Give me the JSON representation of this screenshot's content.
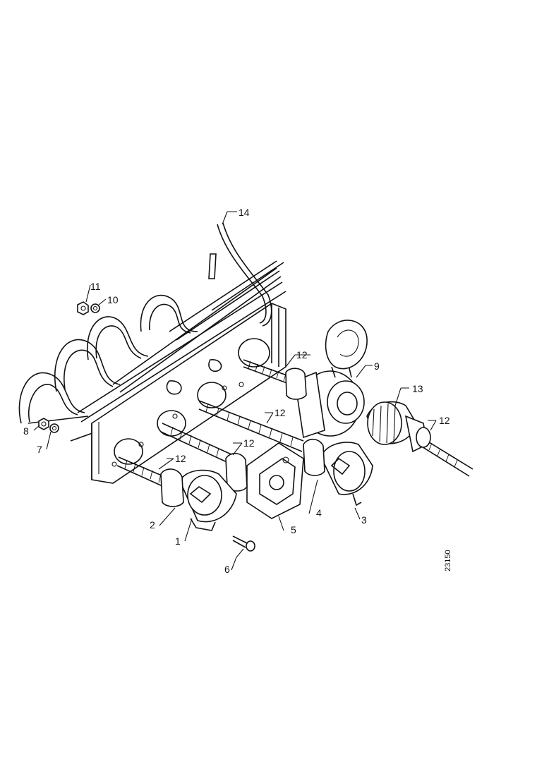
{
  "diagram": {
    "drawing_id": "23150",
    "callouts": [
      {
        "key": "c1",
        "label": "1"
      },
      {
        "key": "c2",
        "label": "2"
      },
      {
        "key": "c3",
        "label": "3"
      },
      {
        "key": "c4",
        "label": "4"
      },
      {
        "key": "c5",
        "label": "5"
      },
      {
        "key": "c6",
        "label": "6"
      },
      {
        "key": "c7",
        "label": "7"
      },
      {
        "key": "c8",
        "label": "8"
      },
      {
        "key": "c9",
        "label": "9"
      },
      {
        "key": "c10",
        "label": "10"
      },
      {
        "key": "c11",
        "label": "11"
      },
      {
        "key": "c12a",
        "label": "12"
      },
      {
        "key": "c12b",
        "label": "12"
      },
      {
        "key": "c12c",
        "label": "12"
      },
      {
        "key": "c12d",
        "label": "12"
      },
      {
        "key": "c12e",
        "label": "12"
      },
      {
        "key": "c13",
        "label": "13"
      },
      {
        "key": "c14",
        "label": "14"
      }
    ]
  }
}
